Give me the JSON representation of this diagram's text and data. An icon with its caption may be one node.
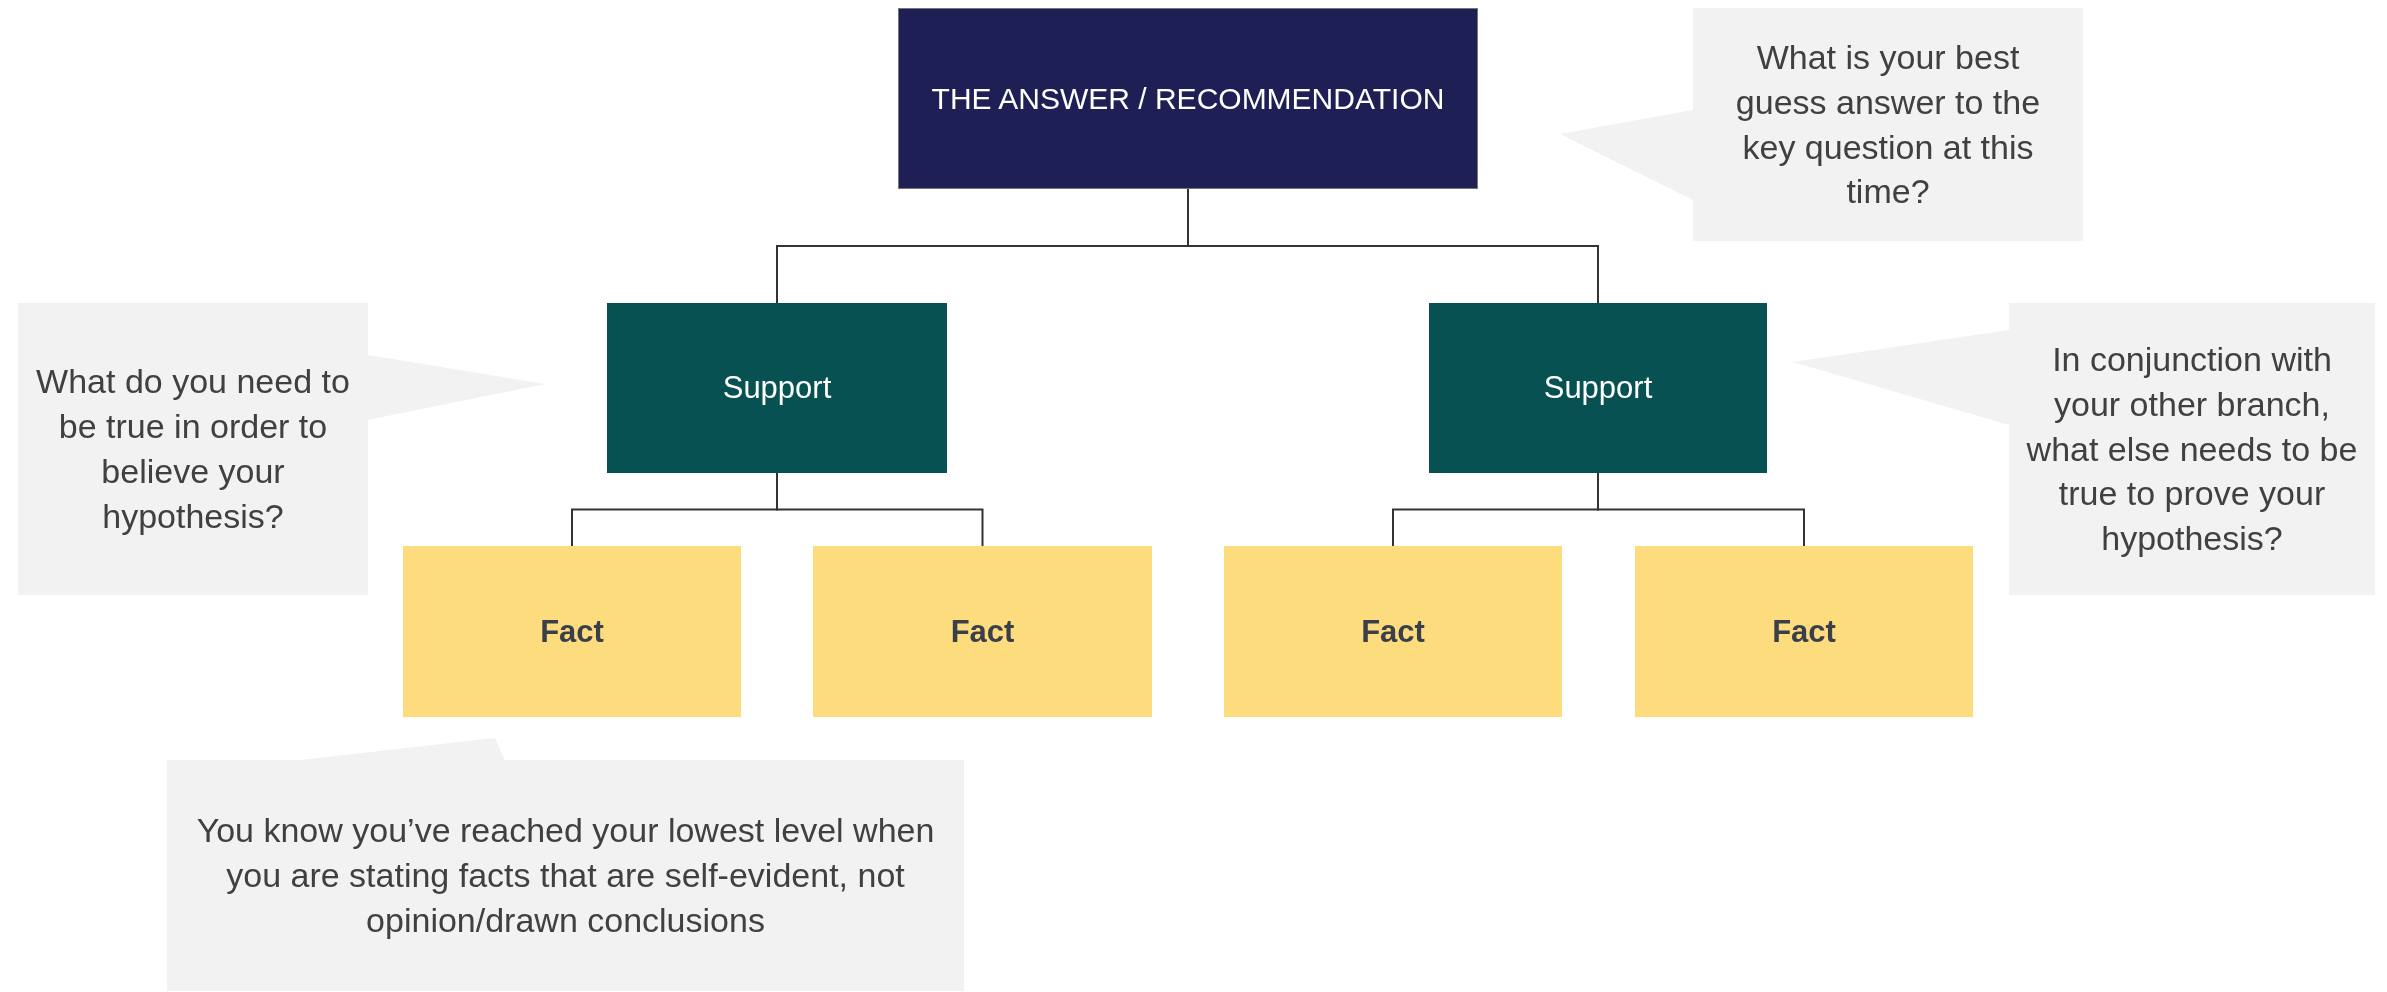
{
  "diagram": {
    "nodes": [
      {
        "text": [
          "THE ANSWER / RECOMMENDATION"
        ]
      },
      {
        "text": [
          "What is your best guess answer to the key question at this time?"
        ]
      },
      {
        "text": [
          "What do you need to be true in order to believe your hypothesis?"
        ]
      },
      {
        "text": [
          "Support"
        ]
      },
      {
        "text": [
          "Support"
        ]
      },
      {
        "text": [
          "In conjunction with your other branch, what else needs to be true to prove your hypothesis?"
        ]
      },
      {
        "text": [
          "Fact"
        ]
      },
      {
        "text": [
          "Fact"
        ]
      },
      {
        "text": [
          "Fact"
        ]
      },
      {
        "text": [
          "Fact"
        ]
      },
      {
        "text": [
          "You know you’ve reached your lowest level when you are stating facts that are self-evident, not opinion/drawn conclusions"
        ]
      }
    ],
    "edges": [
      {
        "from": 0,
        "to": 3,
        "arrow": "none"
      },
      {
        "from": 0,
        "to": 4,
        "arrow": "none"
      },
      {
        "from": 3,
        "to": 6,
        "arrow": "none"
      },
      {
        "from": 3,
        "to": 7,
        "arrow": "none"
      },
      {
        "from": 4,
        "to": 8,
        "arrow": "none"
      },
      {
        "from": 4,
        "to": 9,
        "arrow": "none"
      }
    ]
  }
}
